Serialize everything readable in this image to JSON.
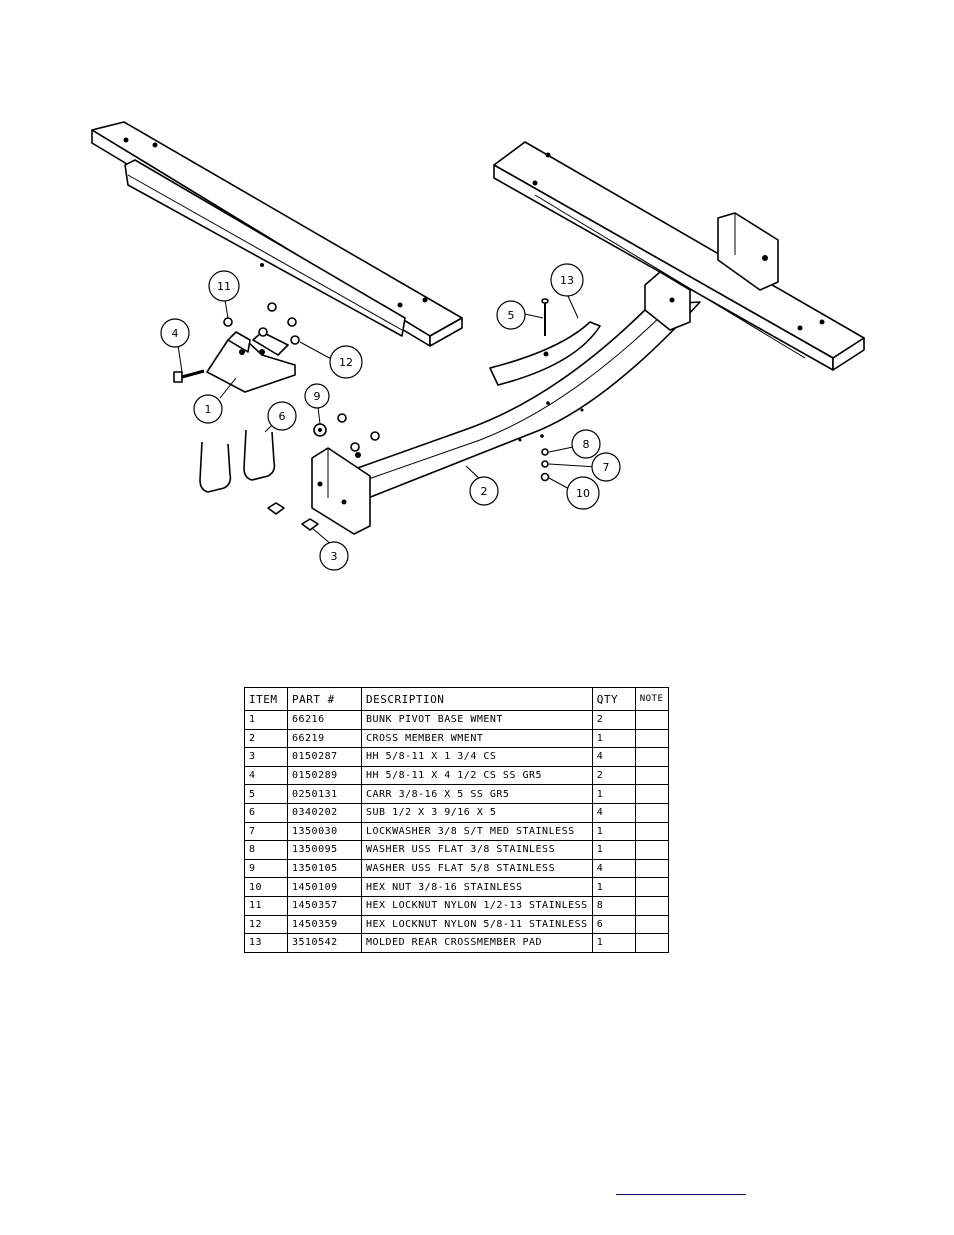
{
  "callouts": [
    {
      "label": "1"
    },
    {
      "label": "2"
    },
    {
      "label": "3"
    },
    {
      "label": "4"
    },
    {
      "label": "5"
    },
    {
      "label": "6"
    },
    {
      "label": "7"
    },
    {
      "label": "8"
    },
    {
      "label": "9"
    },
    {
      "label": "10"
    },
    {
      "label": "11"
    },
    {
      "label": "12"
    },
    {
      "label": "13"
    }
  ],
  "bom": {
    "headers": {
      "item": "ITEM",
      "part": "PART #",
      "description": "DESCRIPTION",
      "qty": "QTY",
      "note": "NOTE"
    },
    "rows": [
      {
        "item": "1",
        "part": "66216",
        "description": "BUNK PIVOT BASE WMENT",
        "qty": "2",
        "note": ""
      },
      {
        "item": "2",
        "part": "66219",
        "description": "CROSS MEMBER WMENT",
        "qty": "1",
        "note": ""
      },
      {
        "item": "3",
        "part": "0150287",
        "description": "HH 5/8-11 X 1 3/4 CS",
        "qty": "4",
        "note": ""
      },
      {
        "item": "4",
        "part": "0150289",
        "description": "HH 5/8-11 X 4 1/2 CS SS GR5",
        "qty": "2",
        "note": ""
      },
      {
        "item": "5",
        "part": "0250131",
        "description": "CARR 3/8-16 X 5 SS GR5",
        "qty": "1",
        "note": ""
      },
      {
        "item": "6",
        "part": "0340202",
        "description": "SUB 1/2 X 3 9/16 X 5",
        "qty": "4",
        "note": ""
      },
      {
        "item": "7",
        "part": "1350030",
        "description": "LOCKWASHER 3/8 S/T MED STAINLESS",
        "qty": "1",
        "note": ""
      },
      {
        "item": "8",
        "part": "1350095",
        "description": "WASHER USS FLAT 3/8 STAINLESS",
        "qty": "1",
        "note": ""
      },
      {
        "item": "9",
        "part": "1350105",
        "description": "WASHER USS FLAT 5/8 STAINLESS",
        "qty": "4",
        "note": ""
      },
      {
        "item": "10",
        "part": "1450109",
        "description": "HEX NUT 3/8-16 STAINLESS",
        "qty": "1",
        "note": ""
      },
      {
        "item": "11",
        "part": "1450357",
        "description": "HEX LOCKNUT NYLON 1/2-13 STAINLESS",
        "qty": "8",
        "note": ""
      },
      {
        "item": "12",
        "part": "1450359",
        "description": "HEX LOCKNUT NYLON 5/8-11 STAINLESS",
        "qty": "6",
        "note": ""
      },
      {
        "item": "13",
        "part": "3510542",
        "description": "MOLDED REAR CROSSMEMBER PAD",
        "qty": "1",
        "note": ""
      }
    ]
  }
}
